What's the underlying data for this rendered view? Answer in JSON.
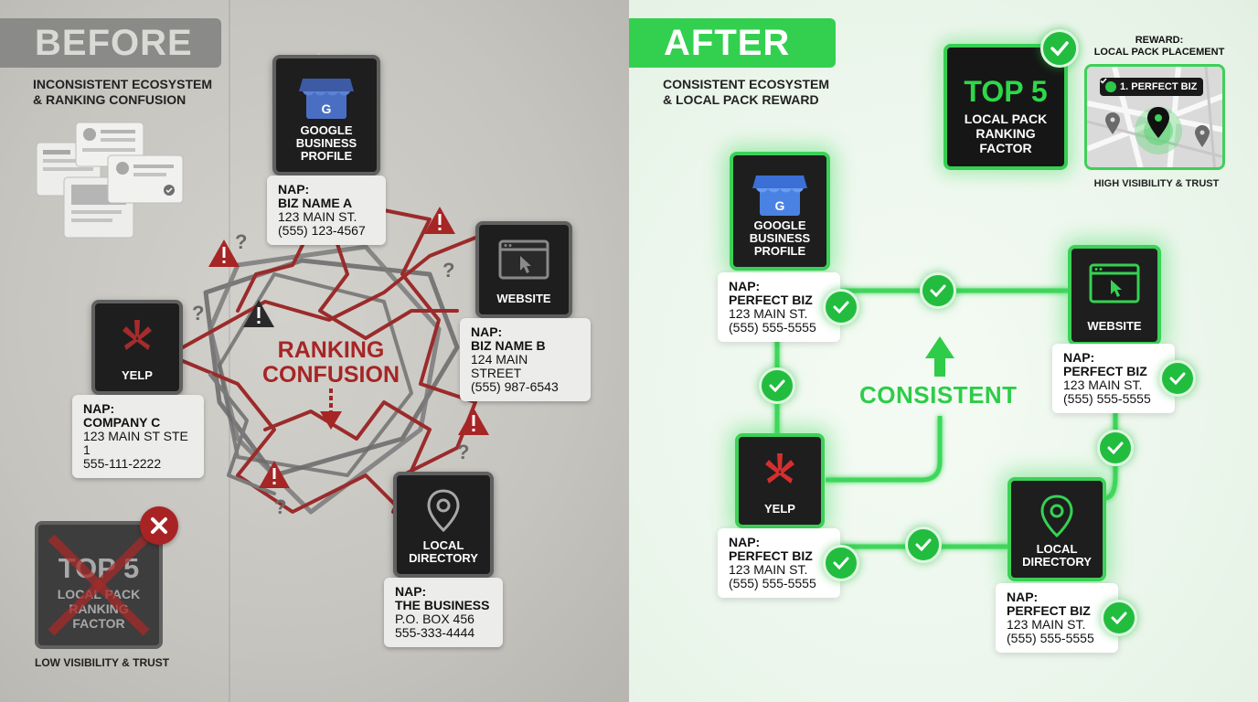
{
  "before": {
    "title": "BEFORE",
    "subtitle": "INCONSISTENT ECOSYSTEM\n& RANKING CONFUSION",
    "center_label": "RANKING\nCONFUSION",
    "badge_label": "TOP 5",
    "badge_sub": "LOCAL PACK\nRANKING\nFACTOR",
    "footer": "LOW VISIBILITY & TRUST",
    "services": {
      "google": "GOOGLE\nBUSINESS\nPROFILE",
      "website": "WEBSITE",
      "yelp": "YELP",
      "directory": "LOCAL\nDIRECTORY"
    },
    "naps": {
      "google": {
        "label": "NAP:",
        "name": "BIZ NAME A",
        "address": "123 MAIN ST.",
        "phone": "(555) 123-4567"
      },
      "website": {
        "label": "NAP:",
        "name": "BIZ NAME B",
        "address": "124 MAIN STREET",
        "phone": "(555) 987-6543"
      },
      "yelp": {
        "label": "NAP:",
        "name": "COMPANY C",
        "address": "123 MAIN ST STE 1",
        "phone": "555-111-2222"
      },
      "directory": {
        "label": "NAP:",
        "name": "THE BUSINESS",
        "address": "P.O. BOX 456",
        "phone": "555-333-4444"
      }
    }
  },
  "after": {
    "title": "AFTER",
    "subtitle": "CONSISTENT ECOSYSTEM\n& LOCAL PACK REWARD",
    "center_label": "CONSISTENT",
    "badge_label": "TOP 5",
    "badge_sub": "LOCAL PACK\nRANKING\nFACTOR",
    "reward_label": "REWARD:\nLOCAL PACK PLACEMENT",
    "map_badge": "1. PERFECT BIZ",
    "footer": "HIGH VISIBILITY & TRUST",
    "services": {
      "google": "GOOGLE\nBUSINESS\nPROFILE",
      "website": "WEBSITE",
      "yelp": "YELP",
      "directory": "LOCAL\nDIRECTORY"
    },
    "naps": {
      "google": {
        "label": "NAP:",
        "name": "PERFECT BIZ",
        "address": "123 MAIN ST.",
        "phone": "(555) 555-5555"
      },
      "website": {
        "label": "NAP:",
        "name": "PERFECT BIZ",
        "address": "123 MAIN ST.",
        "phone": "(555) 555-5555"
      },
      "yelp": {
        "label": "NAP:",
        "name": "PERFECT BIZ",
        "address": "123 MAIN ST.",
        "phone": "(555) 555-5555"
      },
      "directory": {
        "label": "NAP:",
        "name": "PERFECT BIZ",
        "address": "123 MAIN ST.",
        "phone": "(555) 555-5555"
      }
    }
  },
  "colors": {
    "before_bg": "#c8c6c1",
    "after_bg": "#eef7ee",
    "confusion_red": "#a62525",
    "consistent_green": "#2ecc48",
    "card_dark": "#1e1e1e"
  },
  "icons": [
    "google-business-icon",
    "website-browser-icon",
    "yelp-icon",
    "location-pin-icon",
    "warning-icon",
    "question-mark-icon",
    "check-icon",
    "close-x-icon",
    "document-cards-icon",
    "map-pin-icon"
  ]
}
